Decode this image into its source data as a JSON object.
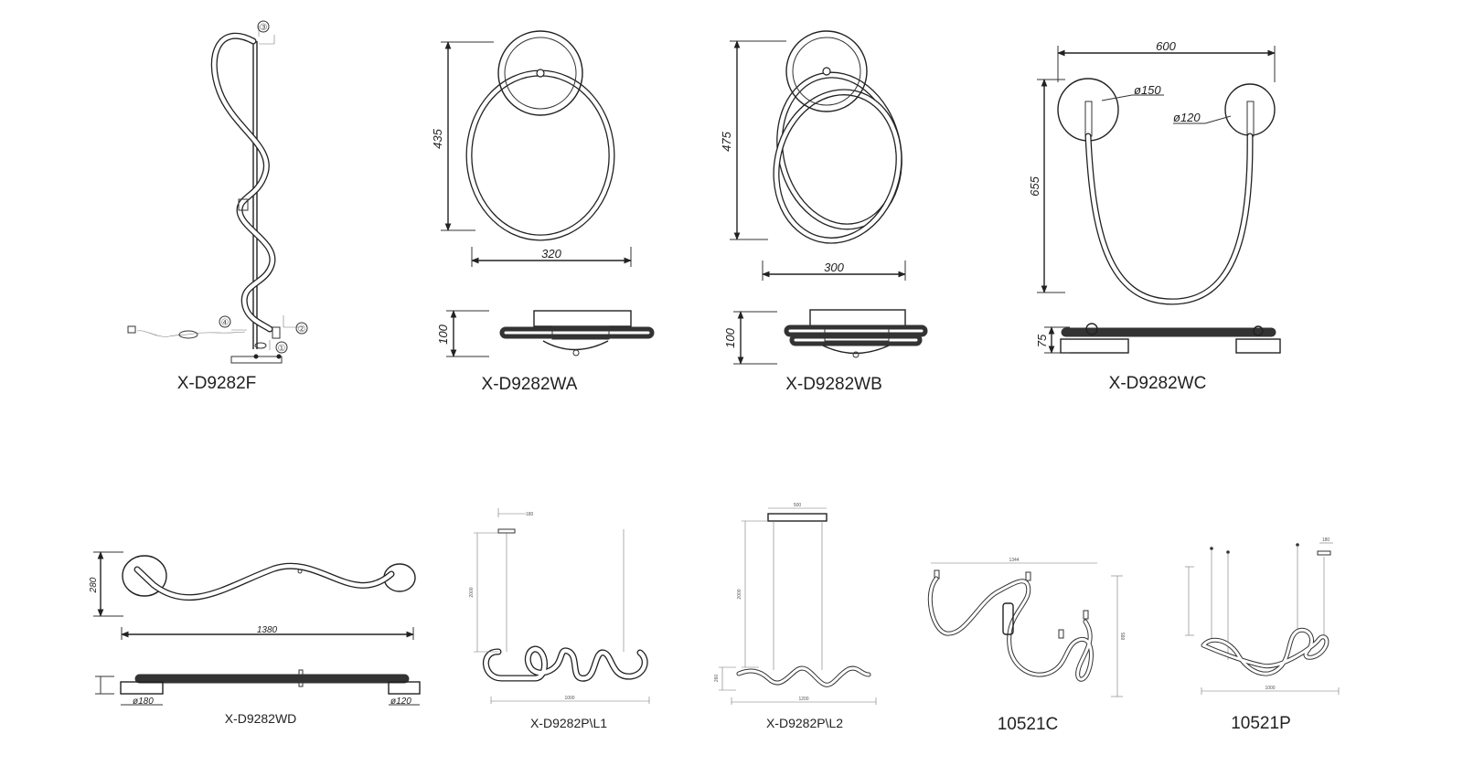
{
  "products": {
    "f": {
      "model": "X-D9282F",
      "callouts": [
        "③",
        "④",
        "②",
        "①"
      ]
    },
    "wa": {
      "model": "X-D9282WA",
      "height": "435",
      "width": "320",
      "depth": "100"
    },
    "wb": {
      "model": "X-D9282WB",
      "height": "475",
      "width": "300",
      "depth": "100"
    },
    "wc": {
      "model": "X-D9282WC",
      "width": "600",
      "height": "655",
      "depth": "75",
      "plate_large": "ø150",
      "plate_small": "ø120"
    },
    "wd": {
      "model": "X-D9282WD",
      "height": "280",
      "width": "1380",
      "plate_large": "ø180",
      "plate_small": "ø120"
    },
    "pl1": {
      "model": "X-D9282P\\L1",
      "canopy": "180",
      "drop": "2000",
      "width": "1000"
    },
    "pl2": {
      "model": "X-D9282P\\L2",
      "canopy": "500",
      "drop": "2000",
      "height": "260",
      "width": "1200"
    },
    "c": {
      "model": "10521C",
      "width": "1344",
      "height": "895"
    },
    "p": {
      "model": "10521P",
      "canopy": "180",
      "width": "1000"
    }
  }
}
